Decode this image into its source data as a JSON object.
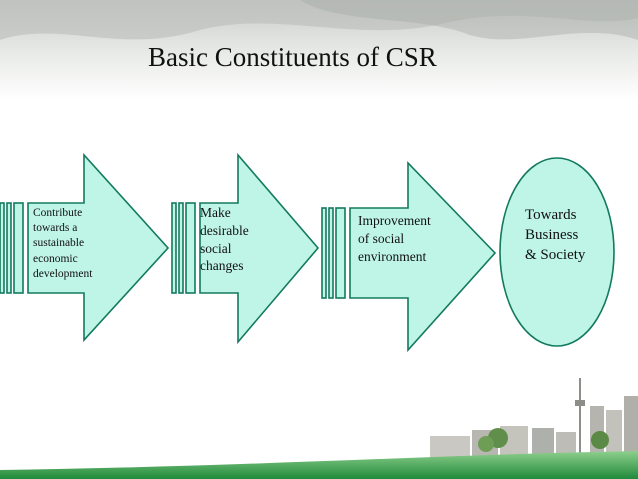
{
  "title": "Basic Constituents of CSR",
  "steps": [
    {
      "lines": [
        "Contribute",
        "towards a",
        "sustainable",
        "economic",
        "development"
      ]
    },
    {
      "lines": [
        "Make",
        "desirable",
        "social",
        "changes"
      ]
    },
    {
      "lines": [
        "Improvement",
        "of social",
        "environment"
      ]
    }
  ],
  "goal": {
    "lines": [
      "Towards",
      "Business",
      "& Society"
    ]
  },
  "colors": {
    "shape_fill": "#bff5e6",
    "shape_stroke": "#137a5f",
    "bottom_band": "#1f8a3a"
  }
}
